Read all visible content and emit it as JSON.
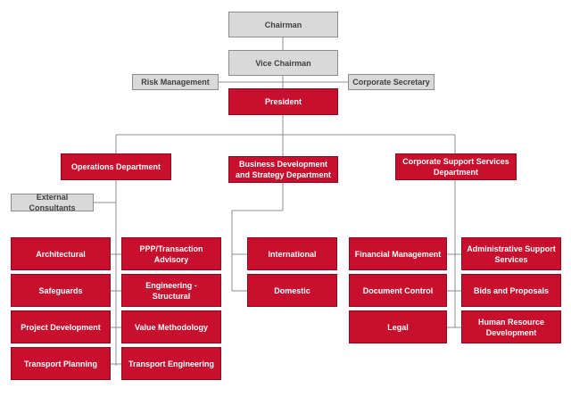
{
  "colors": {
    "accent": "#c8102e",
    "neutral": "#d9d9d9",
    "line": "#8c8c8c"
  },
  "top": {
    "chairman": "Chairman",
    "vice_chairman": "Vice Chairman",
    "risk_management": "Risk Management",
    "corporate_secretary": "Corporate Secretary",
    "president": "President"
  },
  "departments": {
    "operations": "Operations Department",
    "business_development": "Business Development and Strategy Department",
    "corporate_support": "Corporate Support Services Department"
  },
  "external_consultants": "External Consultants",
  "operations_units": [
    "Architectural",
    "PPP/Transaction Advisory",
    "Safeguards",
    "Engineering - Structural",
    "Project Development",
    "Value Methodology",
    "Transport Planning",
    "Transport Engineering"
  ],
  "business_units": [
    "International",
    "Domestic"
  ],
  "support_units": [
    "Financial Management",
    "Administrative Support Services",
    "Document Control",
    "Bids and Proposals",
    "Legal",
    "Human Resource Development"
  ]
}
